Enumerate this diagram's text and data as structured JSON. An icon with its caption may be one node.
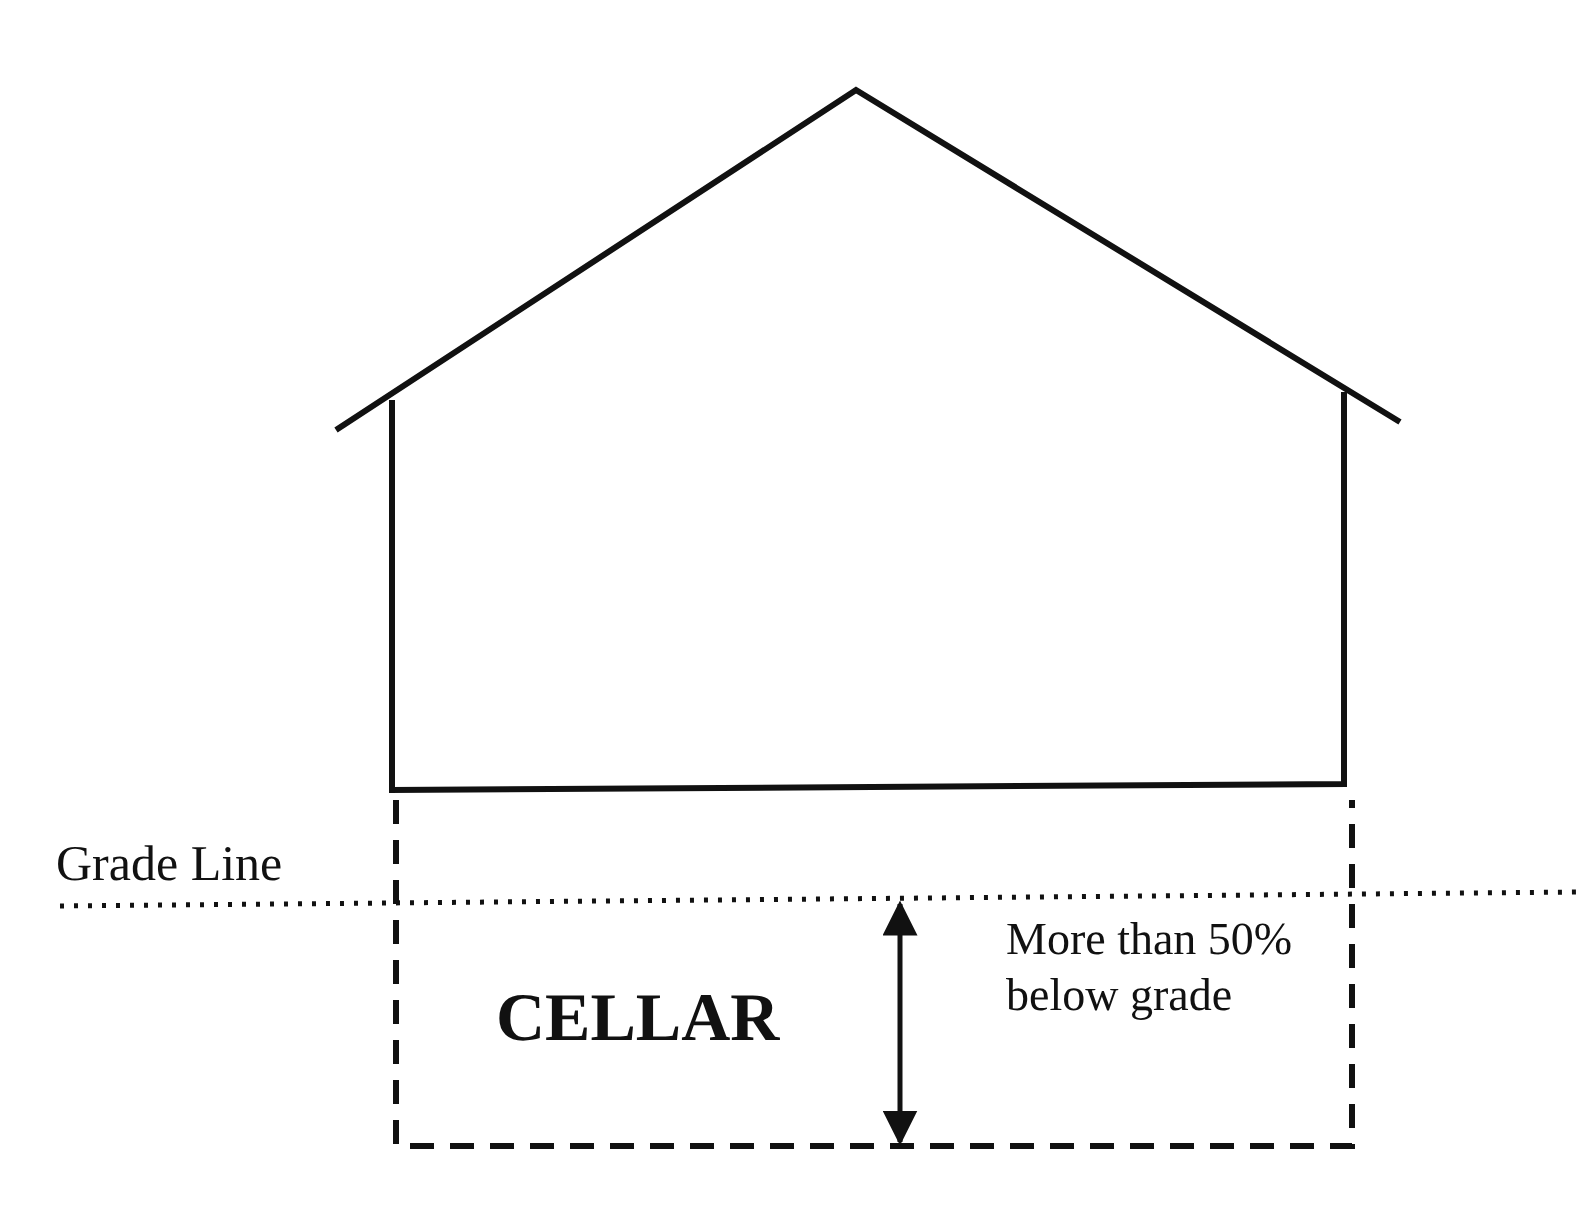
{
  "diagram": {
    "labels": [
      "Grade Line",
      "CELLAR",
      "More than 50% below grade"
    ]
  }
}
